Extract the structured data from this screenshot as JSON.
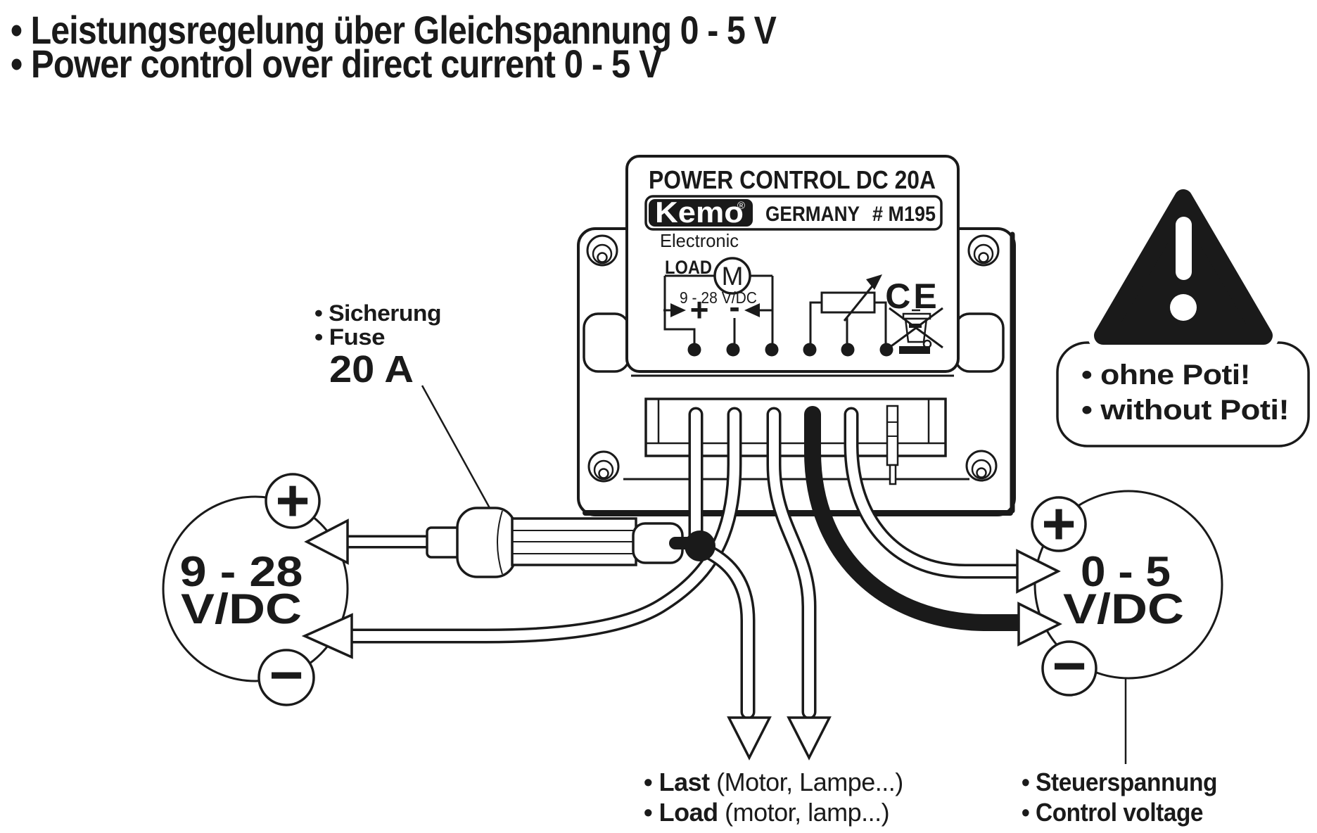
{
  "header": {
    "line1": "• Leistungsregelung über Gleichspannung 0 - 5 V",
    "line2": "• Power control over direct current 0 - 5 V"
  },
  "device": {
    "title": "POWER CONTROL DC 20A",
    "brand": "Kemo",
    "registered": "®",
    "brand_sub": "Electronic",
    "origin": "GERMANY",
    "model": "# M195",
    "ce_mark": "CE",
    "schematic": {
      "load": "LOAD",
      "motor": "M",
      "range": "9 - 28 V/DC",
      "plus": "+",
      "minus": "-"
    }
  },
  "fuse": {
    "label_de": "• Sicherung",
    "label_en": "• Fuse",
    "rating": "20 A"
  },
  "supply": {
    "value": "9 - 28",
    "unit": "V/DC",
    "plus": "+",
    "minus": "−"
  },
  "control": {
    "value": "0 - 5",
    "unit": "V/DC",
    "plus": "+",
    "minus": "−"
  },
  "warning": {
    "line_de": "• ohne Poti!",
    "line_en": "• without Poti!"
  },
  "load_labels": {
    "de_bold": "• Last",
    "de_rest": " (Motor, Lampe...)",
    "en_bold": "• Load",
    "en_rest": " (motor, lamp...)"
  },
  "control_labels": {
    "de": "• Steuerspannung",
    "en": "• Control voltage"
  },
  "icons": {
    "warning_triangle": "exclamation-triangle",
    "weee": "crossed-out-wheelie-bin",
    "motor": "M-in-circle",
    "potentiometer": "resistor-with-arrow"
  },
  "colors": {
    "ink": "#1a1a1a",
    "paper": "#ffffff"
  }
}
